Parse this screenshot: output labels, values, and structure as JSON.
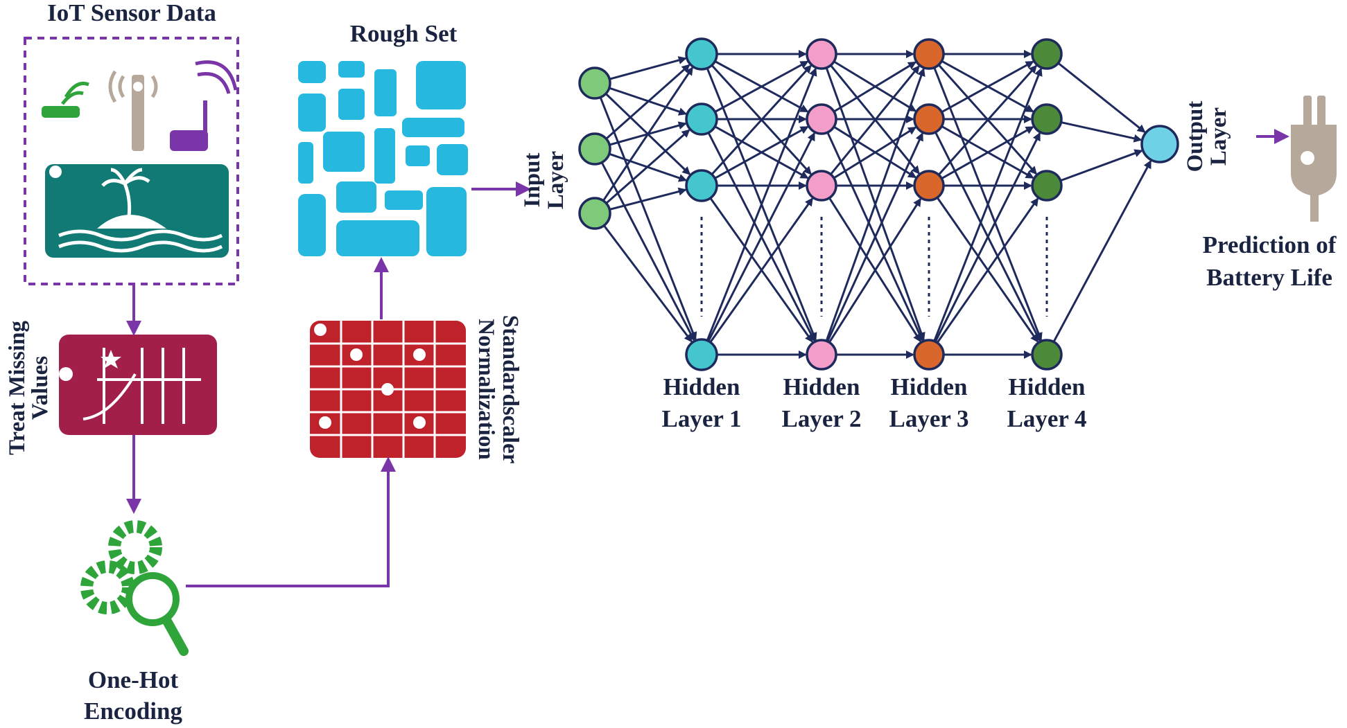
{
  "labels": {
    "iot_sensor_data": "IoT Sensor Data",
    "rough_set": "Rough Set",
    "treat_missing_line1": "Treat Missing",
    "treat_missing_line2": "Values",
    "one_hot_line1": "One-Hot",
    "one_hot_line2": "Encoding",
    "standardscaler_line1": "Standardscaler",
    "standardscaler_line2": "Normalization",
    "input_layer_line1": "Input",
    "input_layer_line2": "Layer",
    "output_layer_line1": "Output",
    "output_layer_line2": "Layer",
    "prediction_line1": "Prediction of",
    "prediction_line2": "Battery Life"
  },
  "network": {
    "layers": [
      {
        "name": "input",
        "nodes": 3,
        "color": "#7ec97a"
      },
      {
        "name": "hidden1",
        "label_line1": "Hidden",
        "label_line2": "Layer 1",
        "nodes": 4,
        "color": "#45c6cc"
      },
      {
        "name": "hidden2",
        "label_line1": "Hidden",
        "label_line2": "Layer 2",
        "nodes": 4,
        "color": "#f29ec8"
      },
      {
        "name": "hidden3",
        "label_line1": "Hidden",
        "label_line2": "Layer 3",
        "nodes": 4,
        "color": "#d9662a"
      },
      {
        "name": "hidden4",
        "label_line1": "Hidden",
        "label_line2": "Layer 4",
        "nodes": 4,
        "color": "#4c8a3a"
      },
      {
        "name": "output",
        "nodes": 1,
        "color": "#6fd1e6"
      }
    ]
  },
  "colors": {
    "flow_arrow": "#7a35a8",
    "network_edge": "#1f2a5c",
    "iot_panel": "#127a74",
    "treat_missing_tag": "#a21f4a",
    "standardscaler_grid": "#c0222c",
    "rough_set": "#27b8e0",
    "one_hot_gears": "#2ea43a",
    "plug": "#b6a89a"
  },
  "icons": {
    "iot": "island-router-antenna-icon",
    "rough_set": "maze-grid-icon",
    "treat_missing": "graph-tag-icon",
    "one_hot": "gears-magnifier-icon",
    "standardscaler": "dotted-grid-icon",
    "prediction": "plug-icon"
  }
}
